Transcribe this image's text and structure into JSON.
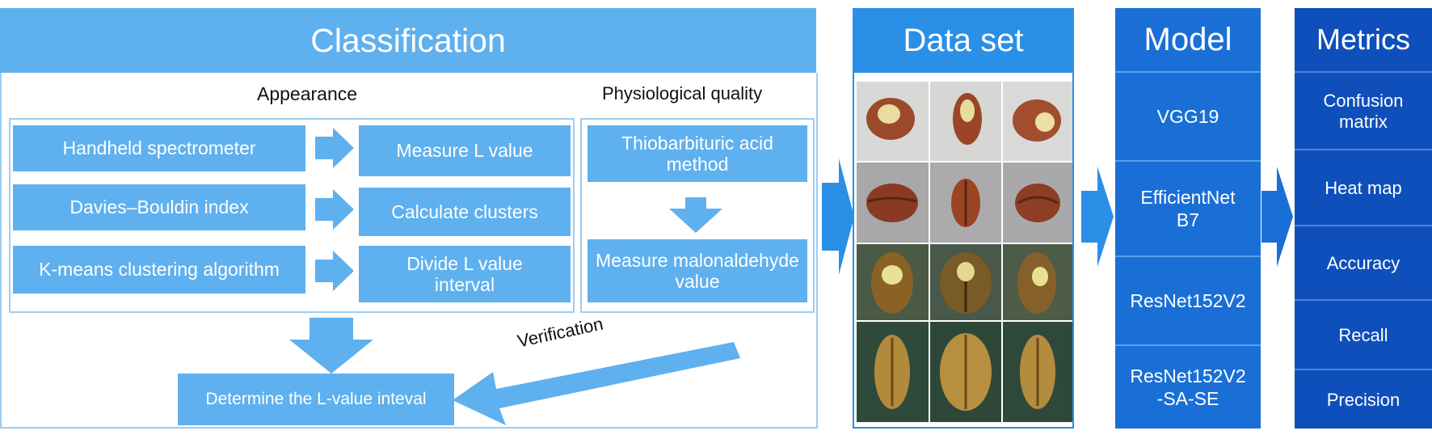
{
  "colors": {
    "light_blue": "#5fb0ee",
    "mid_blue": "#2a8fe6",
    "model_blue": "#1a6fd6",
    "dark_blue": "#0e4fbb",
    "frame": "#9ccdf3"
  },
  "classification": {
    "header": "Classification",
    "appearance_label": "Appearance",
    "physiological_label": "Physiological quality",
    "left_steps": [
      "Handheld spectrometer",
      "Davies–Bouldin index",
      "K-means clustering algorithm"
    ],
    "right_steps": [
      "Measure L value",
      "Calculate  clusters",
      "Divide L value interval"
    ],
    "physio_steps": [
      "Thiobarbituric acid method",
      "Measure malonaldehyde value"
    ],
    "verification_label": "Verification",
    "result": "Determine the L-value inteval"
  },
  "dataset": {
    "header": "Data set",
    "image_rows": [
      "pecan-shell-light",
      "pecan-shell-grey",
      "pecan-kernel-dark",
      "pecan-kernel-green"
    ]
  },
  "model": {
    "header": "Model",
    "items": [
      "VGG19",
      "EfficientNet B7",
      "ResNet152V2",
      "ResNet152V2 -SA-SE"
    ]
  },
  "metrics": {
    "header": "Metrics",
    "items": [
      "Confusion matrix",
      "Heat map",
      "Accuracy",
      "Recall",
      "Precision"
    ]
  }
}
